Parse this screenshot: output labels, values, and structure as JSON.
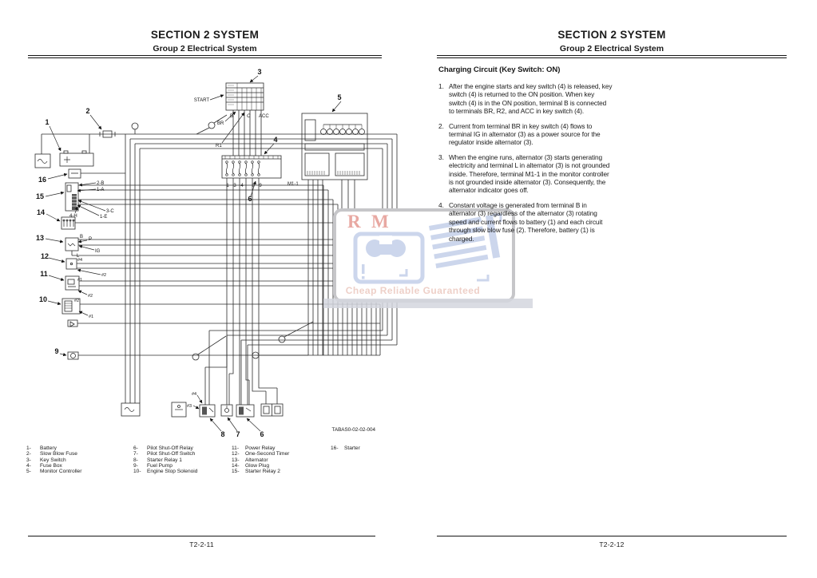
{
  "watermark": {
    "letter_r": "R",
    "letter_m": "M",
    "tagline": "Cheap Reliable Guaranteed"
  },
  "left_page": {
    "header": {
      "section": "SECTION 2 SYSTEM",
      "group": "Group 2 Electrical System"
    },
    "footer": {
      "page_number": "T2-2-11"
    },
    "diagram": {
      "figure_code": "TABAS0-02-02-004",
      "callouts": [
        "1",
        "2",
        "3",
        "4",
        "5",
        "6",
        "7",
        "8",
        "9",
        "10",
        "11",
        "12",
        "13",
        "14",
        "15",
        "16"
      ],
      "labels": {
        "start": "START",
        "b": "B",
        "br": "BR",
        "c": "C",
        "acc": "ACC",
        "r1": "R1",
        "m1_1": "M1-1",
        "wire6": "6",
        "f": [
          "1",
          "3",
          "4",
          "8",
          "9"
        ],
        "t2b": "2-B",
        "t1a": "1-A",
        "t3c": "3-C",
        "t1e": "1-E",
        "t4h": "4-H",
        "alt_b": "B",
        "alt_p": "P",
        "alt_ig": "IG",
        "alt_l": "L",
        "h1": "#1",
        "h2": "#2",
        "h3": "#3",
        "h4": "#4"
      }
    },
    "legend": [
      {
        "num": "1-",
        "label": "Battery"
      },
      {
        "num": "2-",
        "label": "Slow Blow Fuse"
      },
      {
        "num": "3-",
        "label": "Key Switch"
      },
      {
        "num": "4-",
        "label": "Fuse Box"
      },
      {
        "num": "5-",
        "label": "Monitor Controller"
      },
      {
        "num": "6-",
        "label": "Pilot Shut-Off Relay"
      },
      {
        "num": "7-",
        "label": "Pilot Shut-Off Switch"
      },
      {
        "num": "8-",
        "label": "Starter Relay 1"
      },
      {
        "num": "9-",
        "label": "Fuel Pump"
      },
      {
        "num": "10-",
        "label": "Engine Stop Solenoid"
      },
      {
        "num": "11-",
        "label": "Power Relay"
      },
      {
        "num": "12-",
        "label": "One-Second Timer"
      },
      {
        "num": "13-",
        "label": "Alternator"
      },
      {
        "num": "14-",
        "label": "Glow Plug"
      },
      {
        "num": "15-",
        "label": "Starter Relay 2"
      },
      {
        "num": "16-",
        "label": "Starter"
      }
    ]
  },
  "right_page": {
    "header": {
      "section": "SECTION 2 SYSTEM",
      "group": "Group 2 Electrical System"
    },
    "footer": {
      "page_number": "T2-2-12"
    },
    "content": {
      "title": "Charging Circuit (Key Switch: ON)",
      "items": [
        {
          "num": "1.",
          "text": "After the engine starts and key switch (4) is released, key switch (4) is returned to the ON position. When key switch (4) is in the ON position, terminal B is connected to terminals BR, R2, and ACC in key switch (4)."
        },
        {
          "num": "2.",
          "text": "Current from terminal BR in key switch (4) flows to terminal IG in alternator (3) as a power source for the regulator inside alternator (3)."
        },
        {
          "num": "3.",
          "text": "When the engine runs, alternator (3) starts generating electricity and terminal L in alternator (3) is not grounded inside. Therefore, terminal M1-1 in the monitor controller is not grounded inside alternator (3). Consequently, the alternator indicator goes off."
        },
        {
          "num": "4.",
          "text": "Constant voltage is generated from terminal B in alternator (3) regardless of the alternator (3) rotating speed and current flows to battery (1) and each circuit through slow blow fuse (2). Therefore, battery (1) is charged."
        }
      ]
    }
  },
  "colors": {
    "ink": "#1c1c1c",
    "watermark_red": "#e49a92",
    "watermark_blue": "#ccd6ec",
    "watermark_bar": "#d4d6de"
  }
}
